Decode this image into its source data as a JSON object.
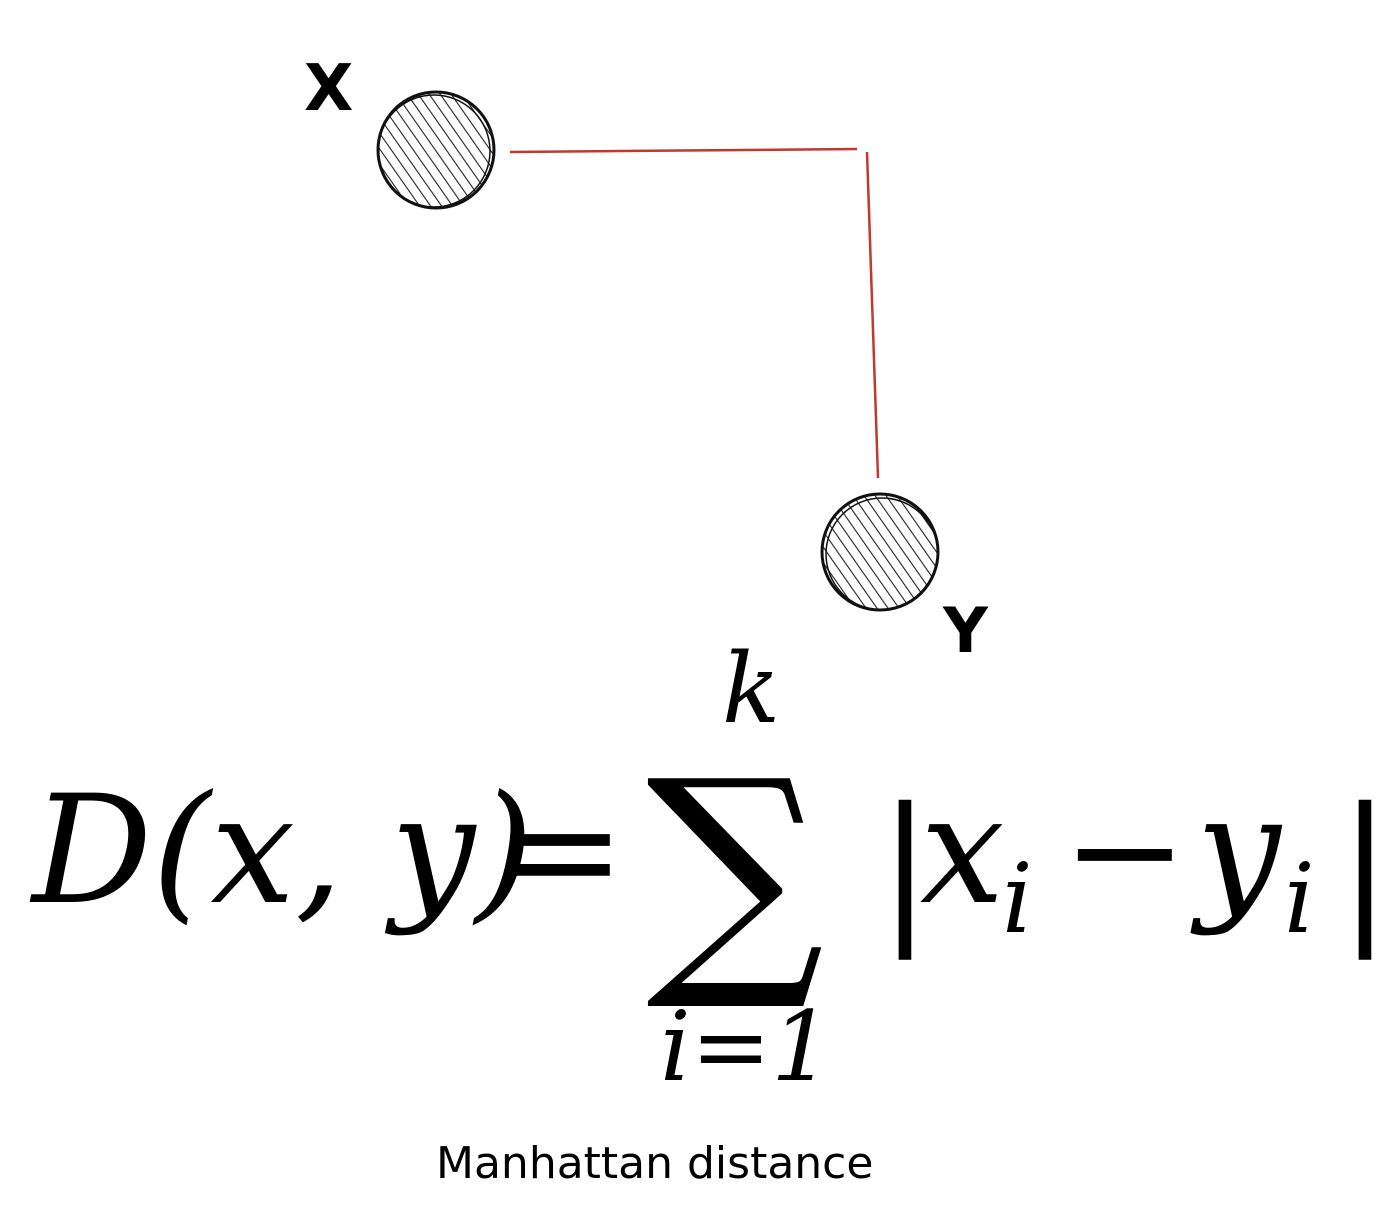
{
  "diagram": {
    "point_x_label": "X",
    "point_y_label": "Y",
    "path_color": "#c0392b",
    "point_fill": "#333333"
  },
  "formula": {
    "lhs_name": "D",
    "lhs_args": "(x, y)",
    "equals": "=",
    "sum_upper": "k",
    "sum_lower": "i=1",
    "sum_symbol": "∑",
    "term_x": "x",
    "term_x_sub": "i",
    "minus": "−",
    "term_y": "y",
    "term_y_sub": "i",
    "abs_bar": "|"
  },
  "caption": "Manhattan distance"
}
